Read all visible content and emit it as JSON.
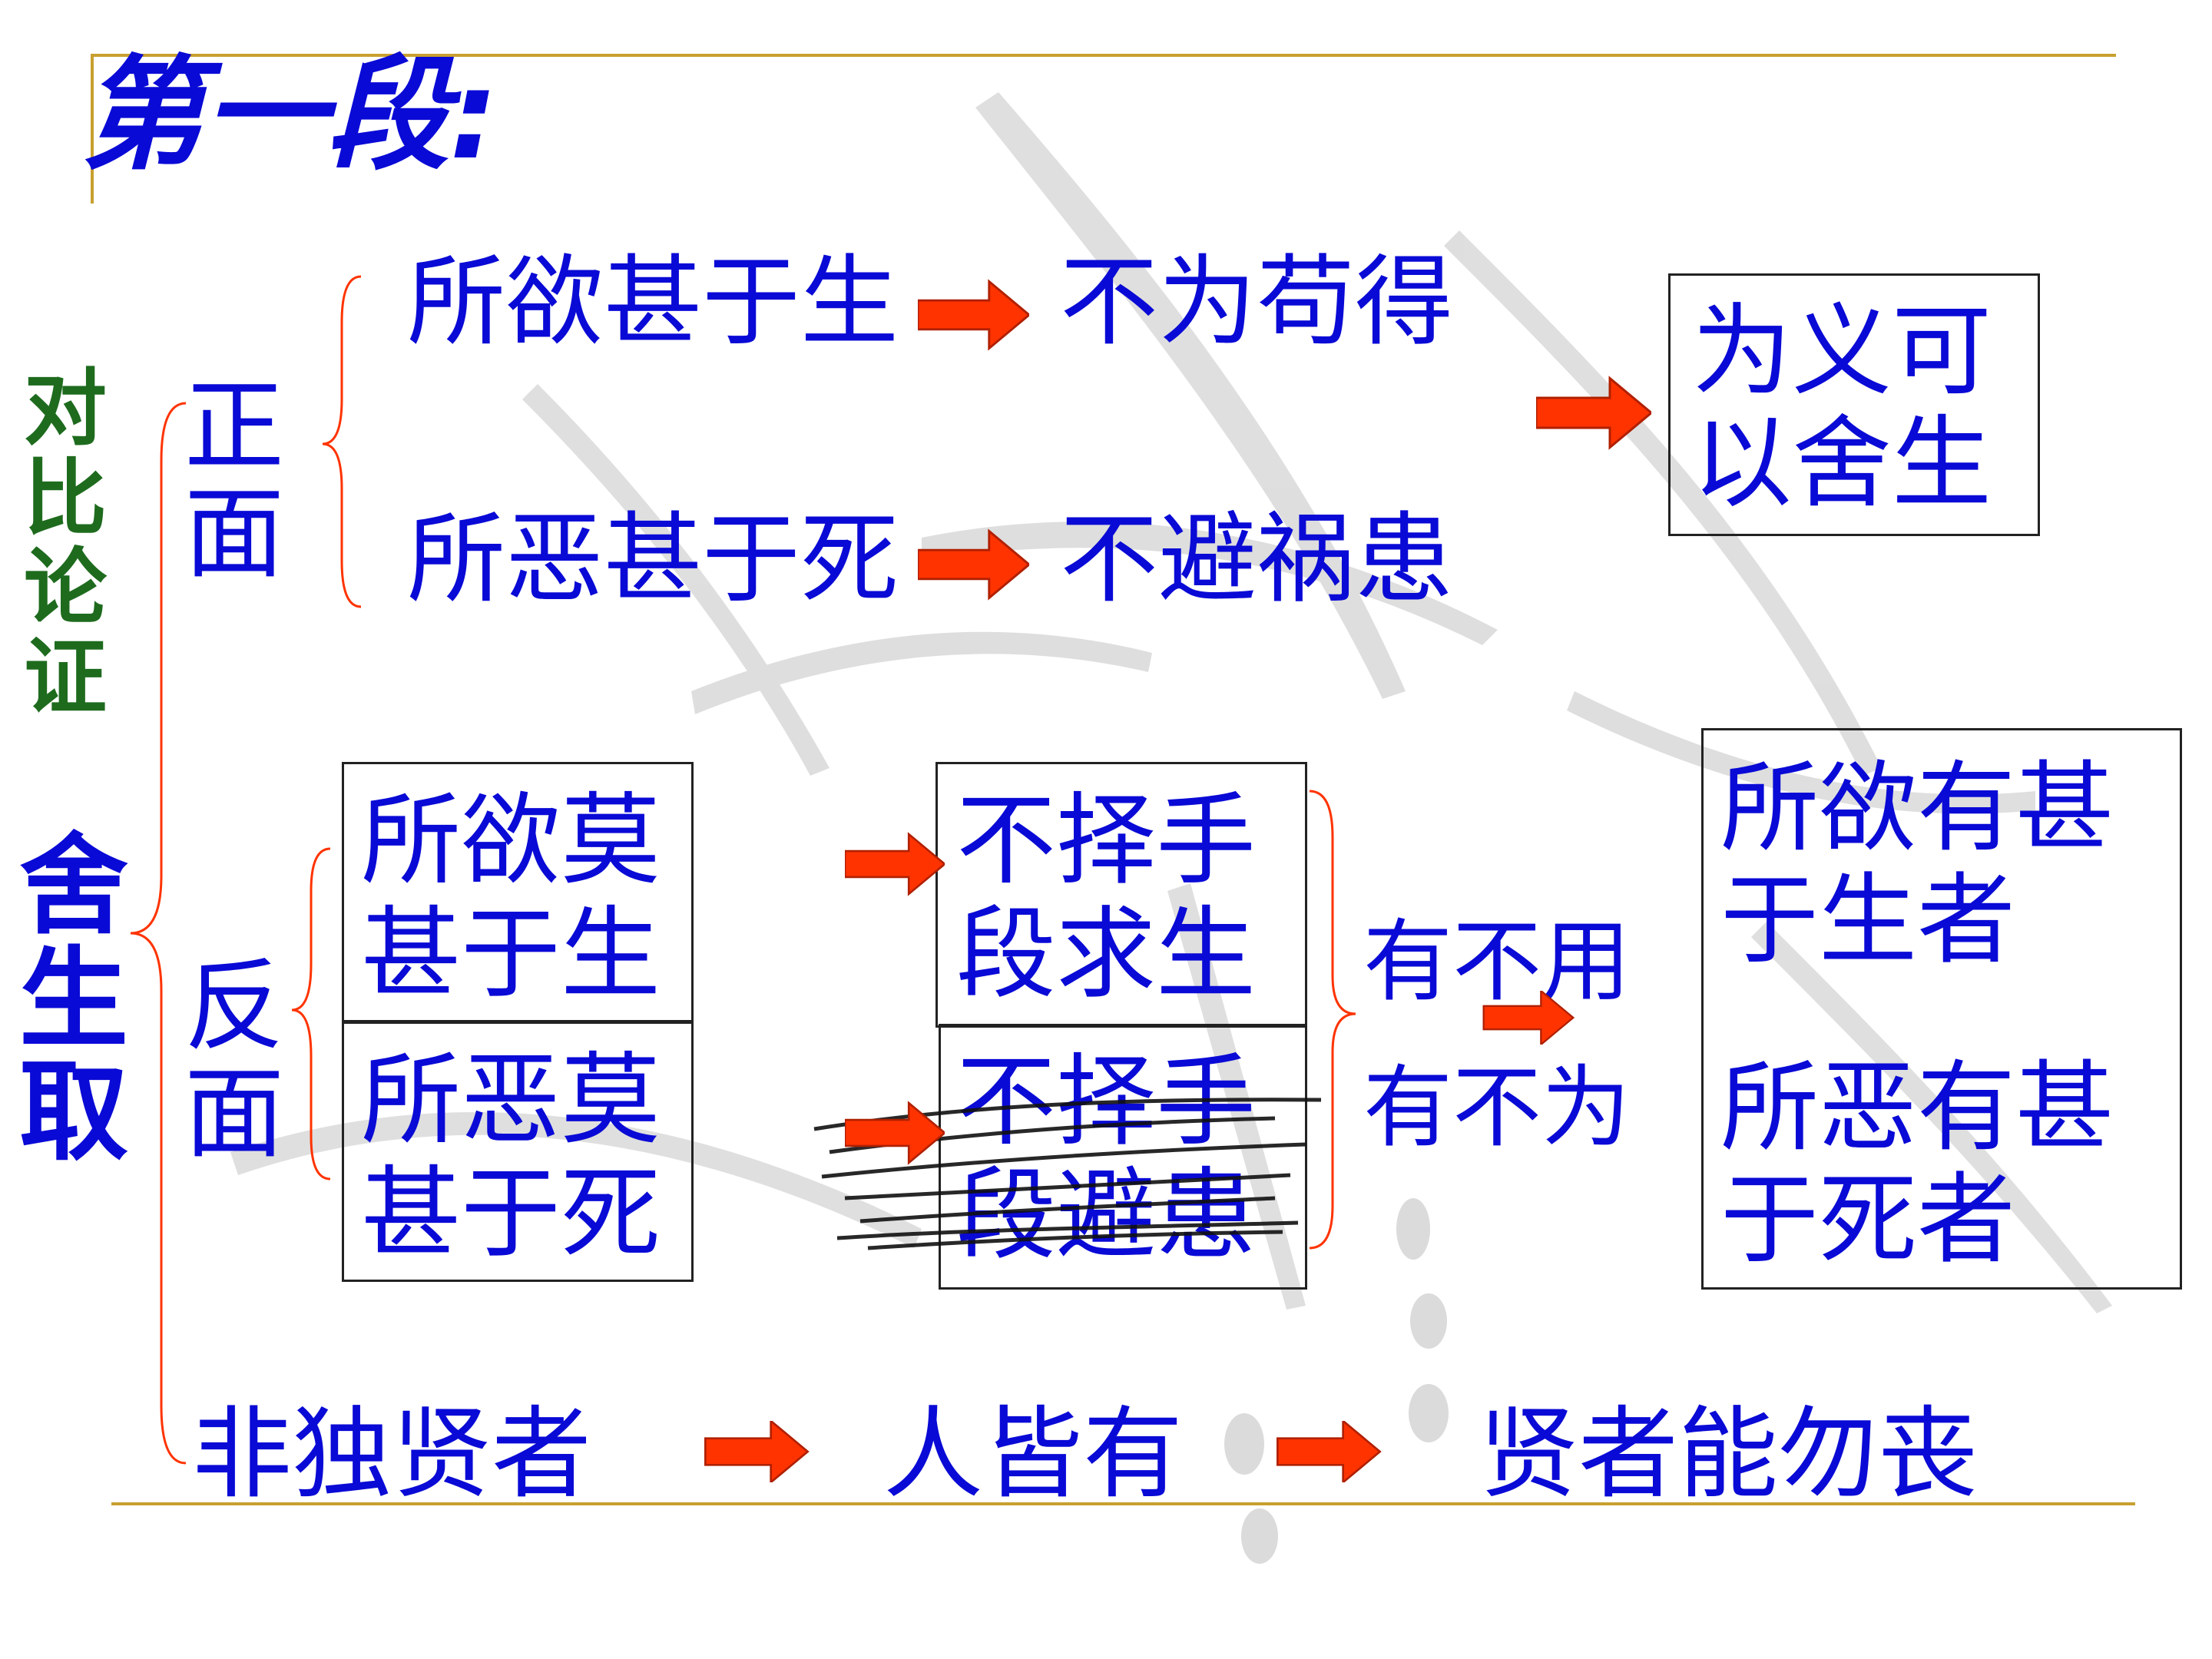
{
  "slide": {
    "title": "第一段:",
    "colors": {
      "text": "#0a0ad6",
      "side_label": "#1e6b1e",
      "arrow": "#ff3300",
      "rule": "#c8a030",
      "bracket": "#ff3300"
    }
  },
  "left_labels": {
    "contrast": "对比论证",
    "main": "舍生取"
  },
  "positive": {
    "label": "正面",
    "row1": {
      "cause": "所欲甚于生",
      "effect": "不为苟得"
    },
    "row2": {
      "cause": "所恶甚于死",
      "effect": "不避祸患"
    },
    "conclusion": "为义可以舍生"
  },
  "negative": {
    "label": "反面",
    "cause1": "所欲莫甚于生",
    "cause2": "所恶莫甚于死",
    "effect1": "不择手段求生",
    "effect2": "不择手段避患",
    "mid1": "有不用",
    "mid2": "有不为",
    "conclusion1": "所欲有甚于生者",
    "conclusion2": "所恶有甚于死者"
  },
  "bottom": {
    "item1": "非独贤者",
    "item2": "人皆有",
    "item3": "贤者能勿丧"
  }
}
